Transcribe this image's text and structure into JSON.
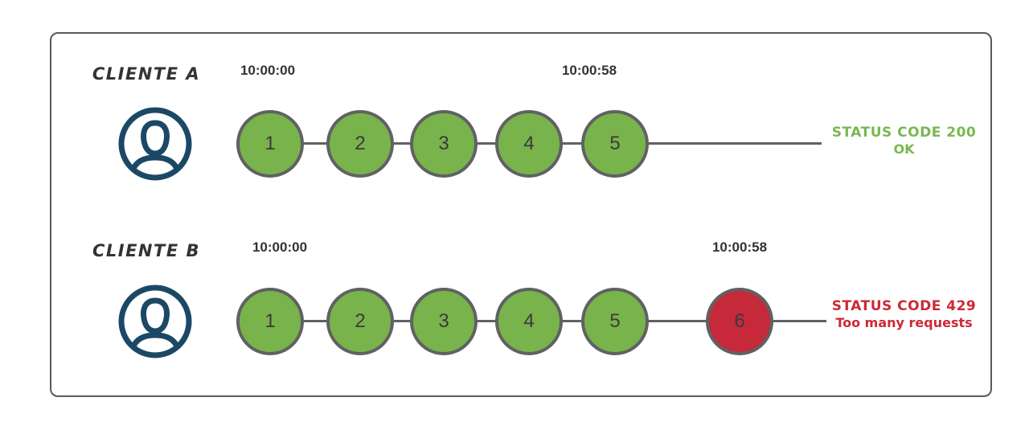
{
  "diagram": {
    "rows": [
      {
        "client_label": "CLIENTE A",
        "time_start": "10:00:00",
        "time_end": "10:00:58",
        "requests": [
          "1",
          "2",
          "3",
          "4",
          "5"
        ],
        "status_code_label": "STATUS CODE 200",
        "status_message": "OK"
      },
      {
        "client_label": "CLIENTE B",
        "time_start": "10:00:00",
        "time_end": "10:00:58",
        "requests": [
          "1",
          "2",
          "3",
          "4",
          "5",
          "6"
        ],
        "status_code_label": "STATUS CODE 429",
        "status_message": "Too many requests"
      }
    ],
    "colors": {
      "ok": "#79b34b",
      "error": "#c5293a",
      "ok_text": "#79b851",
      "error_text": "#cc2936",
      "line": "#606163",
      "icon": "#1b4965"
    }
  }
}
